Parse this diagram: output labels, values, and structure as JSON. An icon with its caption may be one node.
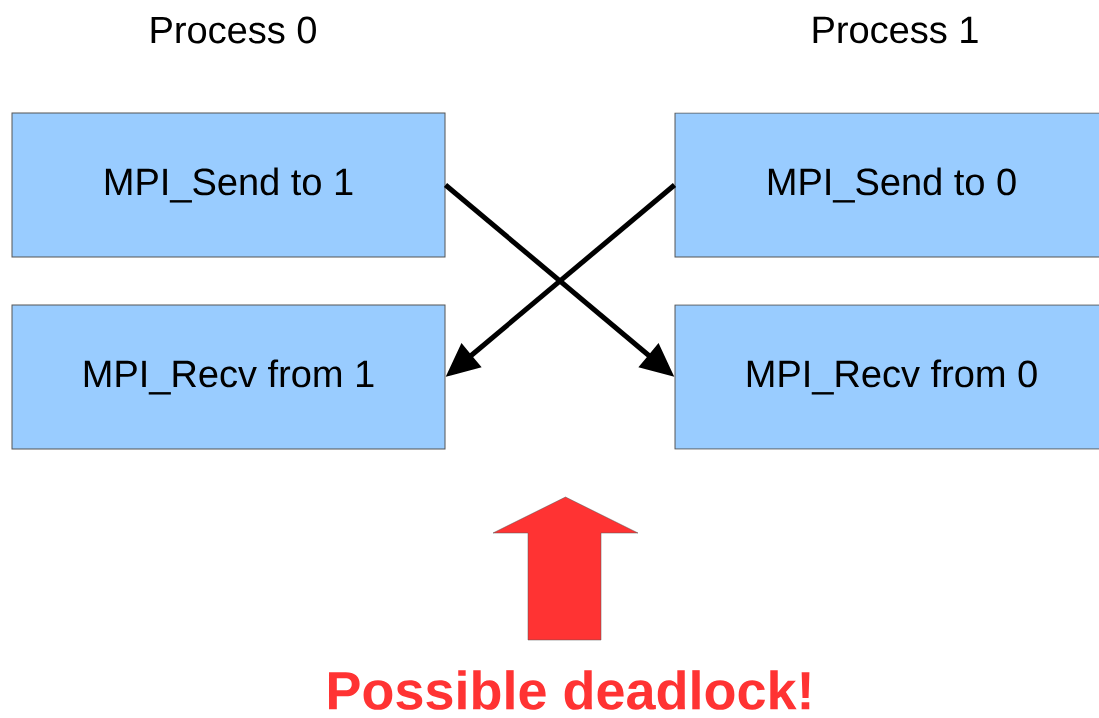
{
  "diagram": {
    "nodes": [
      {
        "text": [
          "MPI_Send to 1"
        ]
      },
      {
        "text": [
          "MPI_Recv from 1"
        ]
      },
      {
        "text": [
          "MPI_Send to 0"
        ]
      },
      {
        "text": [
          "MPI_Recv from 0"
        ]
      }
    ],
    "edges": [
      {
        "from": 0,
        "to": 3,
        "arrow": "to"
      },
      {
        "from": 2,
        "to": 1,
        "arrow": "to"
      }
    ],
    "labels": [
      "Process 0",
      "Process 1",
      "Possible deadlock!"
    ]
  }
}
